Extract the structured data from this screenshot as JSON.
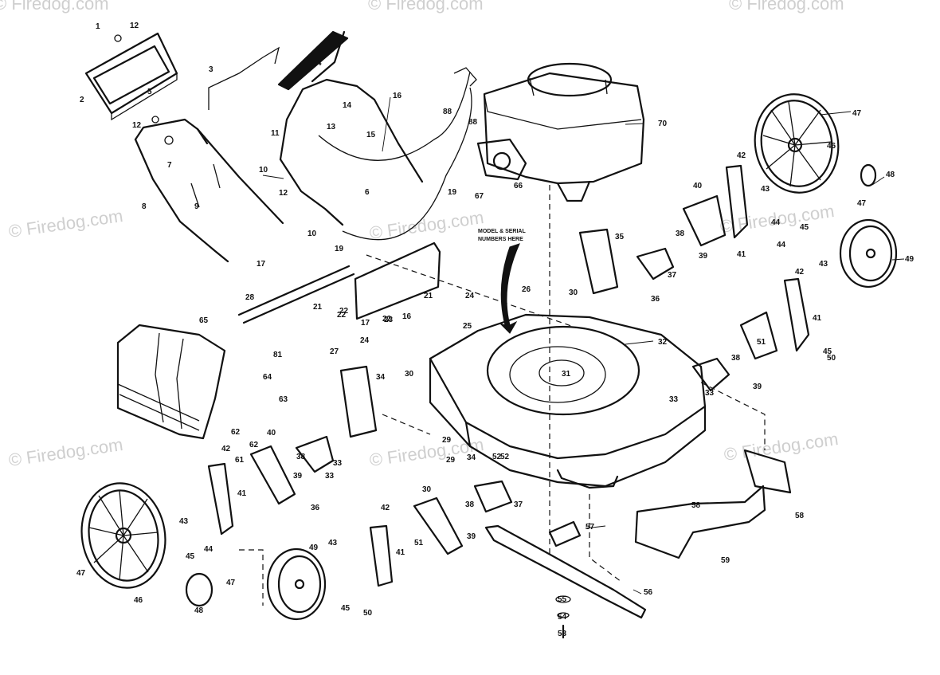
{
  "watermark": {
    "text": "© Firedog.com",
    "color": "#cfcfcf"
  },
  "note": {
    "line1": "MODEL & SERIAL",
    "line2": "NUMBERS HERE"
  },
  "callouts": [
    "1",
    "2",
    "3",
    "4",
    "5",
    "6",
    "7",
    "8",
    "9",
    "10",
    "11",
    "12",
    "13",
    "14",
    "15",
    "16",
    "17",
    "19",
    "21",
    "22",
    "23",
    "24",
    "25",
    "26",
    "27",
    "28",
    "29",
    "30",
    "31",
    "32",
    "33",
    "34",
    "35",
    "36",
    "37",
    "38",
    "39",
    "40",
    "41",
    "42",
    "43",
    "44",
    "45",
    "46",
    "47",
    "48",
    "49",
    "50",
    "51",
    "52",
    "53",
    "54",
    "55",
    "56",
    "57",
    "58",
    "59",
    "61",
    "62",
    "63",
    "64",
    "65",
    "66",
    "67",
    "70",
    "81",
    "88"
  ]
}
